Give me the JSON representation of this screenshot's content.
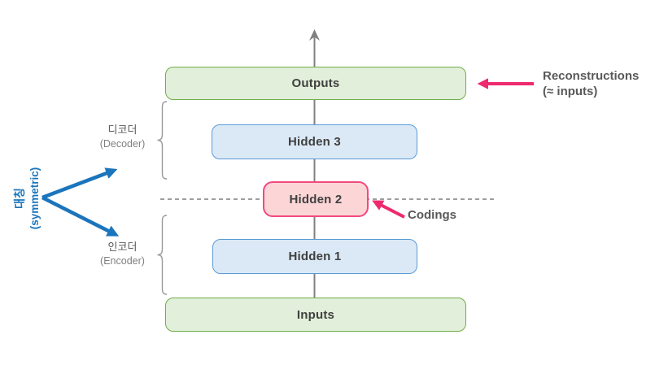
{
  "diagram_title": "autoencoder-architecture",
  "boxes": {
    "outputs": {
      "label": "Outputs"
    },
    "hidden3": {
      "label": "Hidden 3"
    },
    "hidden2": {
      "label": "Hidden 2"
    },
    "hidden1": {
      "label": "Hidden 1"
    },
    "inputs": {
      "label": "Inputs"
    }
  },
  "annotations": {
    "decoder": {
      "korean": "디코더",
      "english": "(Decoder)"
    },
    "encoder": {
      "korean": "인코더",
      "english": "(Encoder)"
    },
    "symmetric": {
      "korean": "대칭",
      "english": "(symmetric)"
    },
    "reconstructions": {
      "line1": "Reconstructions",
      "line2": "(≈ inputs)"
    },
    "codings": {
      "label": "Codings"
    }
  },
  "colors": {
    "green_fill": "#e2efda",
    "green_border": "#70ad47",
    "blue_fill": "#dbe9f6",
    "blue_border": "#5b9bd5",
    "pink_fill": "#fcd5d6",
    "pink_border": "#f2497e",
    "arrow_pink": "#ee2a6e",
    "arrow_blue": "#1b75bc",
    "line_gray": "#808080",
    "brace_gray": "#999999",
    "box_text": "#404040",
    "label_text": "#595959"
  }
}
